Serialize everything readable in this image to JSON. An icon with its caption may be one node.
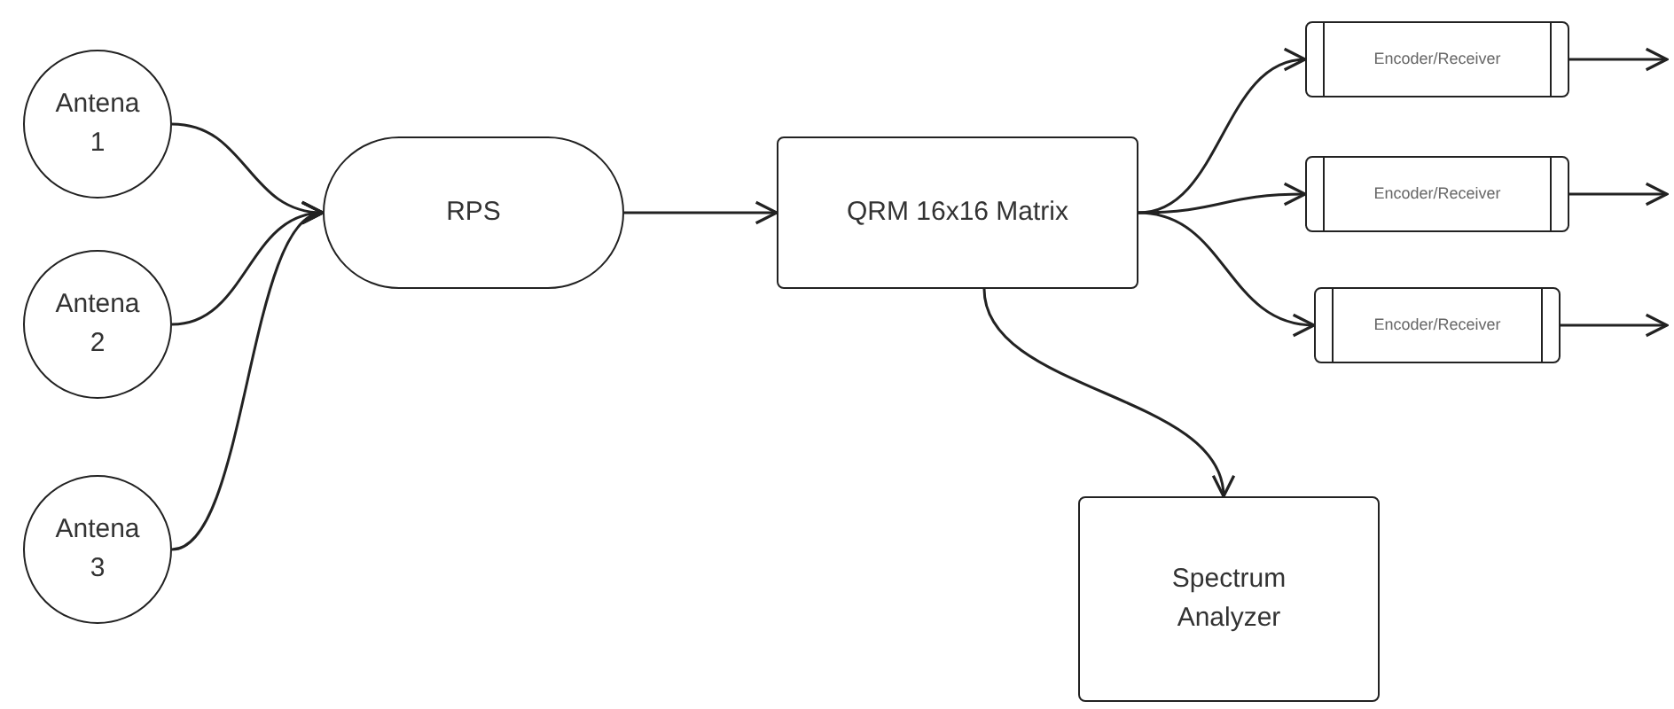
{
  "diagram": {
    "nodes": [
      {
        "text": [
          "Antena 1"
        ]
      },
      {
        "text": [
          "Antena 2"
        ]
      },
      {
        "text": [
          "Antena 3"
        ]
      },
      {
        "text": [
          "RPS"
        ]
      },
      {
        "text": [
          "QRM 16x16 Matrix"
        ]
      },
      {
        "text": [
          "Encoder/Receiver"
        ]
      },
      {
        "text": [
          "Encoder/Receiver"
        ]
      },
      {
        "text": [
          "Encoder/Receiver"
        ]
      },
      {
        "text": [
          "Spectrum Analyzer"
        ]
      }
    ],
    "edges": [
      {
        "from": 0,
        "to": 3,
        "arrow": "to"
      },
      {
        "from": 1,
        "to": 3,
        "arrow": "to"
      },
      {
        "from": 2,
        "to": 3,
        "arrow": "to"
      },
      {
        "from": 3,
        "to": 4,
        "arrow": "to"
      },
      {
        "from": 4,
        "to": 5,
        "arrow": "to"
      },
      {
        "from": 4,
        "to": 6,
        "arrow": "to"
      },
      {
        "from": 4,
        "to": 7,
        "arrow": "to"
      },
      {
        "from": 4,
        "to": 8,
        "arrow": "to"
      },
      {
        "from": 5,
        "to": null,
        "arrow": "to"
      },
      {
        "from": 6,
        "to": null,
        "arrow": "to"
      },
      {
        "from": 7,
        "to": null,
        "arrow": "to"
      }
    ]
  }
}
